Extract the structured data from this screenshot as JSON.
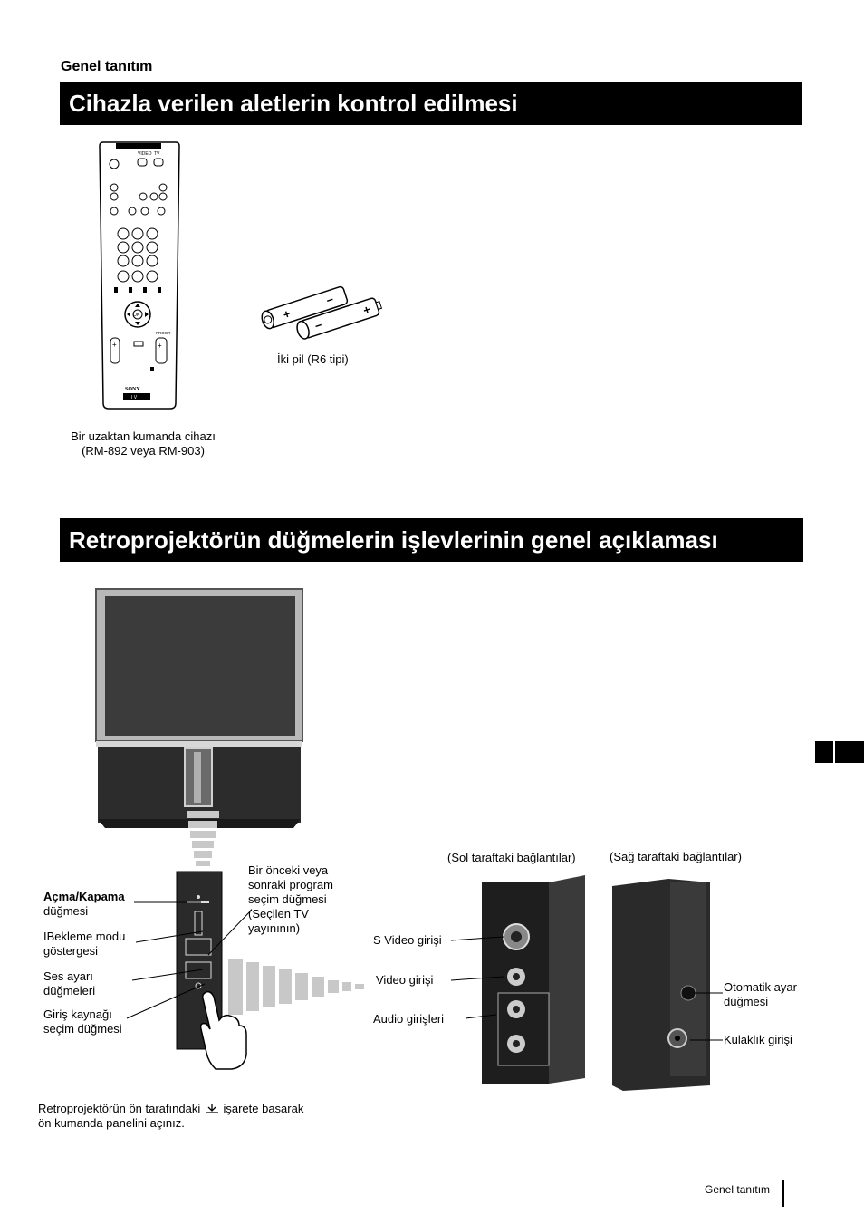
{
  "section_label": "Genel tanıtım",
  "heading1": "Cihazla verilen aletlerin kontrol edilmesi",
  "heading2": "Retroprojektörün düğmelerin işlevlerinin genel açıklaması",
  "remote": {
    "caption_line1": "Bir uzaktan kumanda cihazı",
    "caption_line2": "(RM-892 veya RM-903)",
    "brand": "SONY",
    "screen_text": "I V",
    "video_label": "VIDEO",
    "tv_label": "TV",
    "progr_label": "PROGR",
    "ok_label": "OK"
  },
  "batteries": {
    "caption": "İki pil (R6 tipi)"
  },
  "panel_labels": {
    "power_bold": "Açma/Kapama",
    "power_rest": "düğmesi",
    "standby_1": "IBekleme modu",
    "standby_2": "göstergesi",
    "volume_1": "Ses ayarı",
    "volume_2": "düğmeleri",
    "input_1": "Giriş kaynağı",
    "input_2": "seçim düğmesi",
    "program_1": "Bir önceki veya",
    "program_2": "sonraki program",
    "program_3": "seçim düğmesi",
    "program_4": "(Seçilen TV",
    "program_5": "yayınının)"
  },
  "left_connections": {
    "title": "(Sol taraftaki bağlantılar)",
    "svideo": "S Video girişi",
    "video": "Video girişi",
    "audio": "Audio girişleri"
  },
  "right_connections": {
    "title": "(Sağ taraftaki bağlantılar)",
    "auto_1": "Otomatik ayar",
    "auto_2": "düğmesi",
    "headphone": "Kulaklık girişi"
  },
  "bottom_note": {
    "line1_a": "Retroprojektörün ön tarafındaki",
    "line1_b": "işarete basarak",
    "line2": "ön kumanda panelini açınız."
  },
  "footer": "Genel tanıtım"
}
